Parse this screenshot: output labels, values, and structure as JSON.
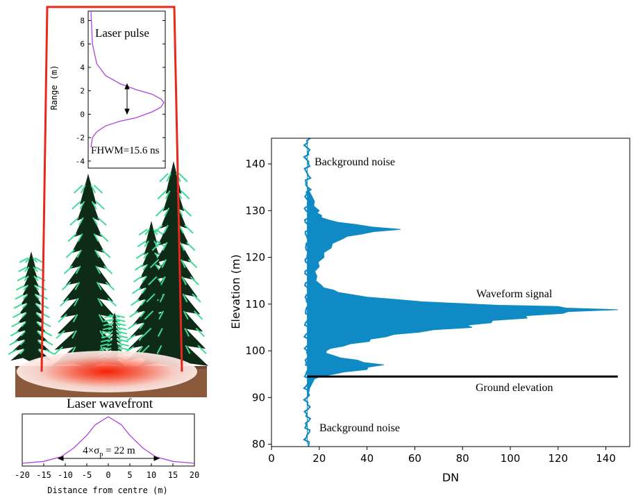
{
  "pulse_panel": {
    "title": "Laser pulse",
    "ylabel": "Range (m)",
    "fwhm_label": "FHWM=15.6 ns",
    "yticks": [
      "8",
      "6",
      "4",
      "2",
      "0",
      "-2",
      "-4"
    ]
  },
  "wavefront_panel": {
    "title": "Laser wavefront",
    "annotation_pre": "4×σ",
    "annotation_sub": "p",
    "annotation_post": " = 22 m",
    "xlabel": "Distance from centre (m)",
    "xticks": [
      "-20",
      "-15",
      "-10",
      "-5",
      "0",
      "5",
      "10",
      "15",
      "20"
    ]
  },
  "waveform_panel": {
    "xlabel": "DN",
    "ylabel": "Elevation (m)",
    "annotations": {
      "noise_top": "Background noise",
      "signal": "Waveform signal",
      "ground": "Ground elevation",
      "noise_bottom": "Background noise"
    }
  },
  "colors": {
    "footprint_box": "#e8271a",
    "pulse_curve": "#b040e0",
    "waveform_fill": "#0f8ac4",
    "tree_foliage": "#0d2b17",
    "tree_highlight": "#3ddb96",
    "ground": "#8b5a3c"
  },
  "chart_data": [
    {
      "type": "line",
      "title": "Laser pulse",
      "xlabel": "",
      "ylabel": "Range (m)",
      "ylim": [
        -4.6,
        8.8
      ],
      "series": [
        {
          "x": [
            0.0,
            0.02,
            0.08,
            0.2,
            0.4,
            0.62,
            0.84,
            0.96,
            1.0,
            0.96,
            0.84,
            0.62,
            0.4,
            0.2,
            0.08,
            0.02,
            0.0
          ],
          "y": [
            -2.8,
            -2.0,
            -1.5,
            -1.0,
            -0.6,
            -0.3,
            0.2,
            0.6,
            1.0,
            1.3,
            1.7,
            2.1,
            2.6,
            3.3,
            4.3,
            6.0,
            8.8
          ]
        }
      ]
    },
    {
      "type": "line",
      "title": "Laser wavefront",
      "xlabel": "Distance from centre (m)",
      "ylabel": "",
      "xlim": [
        -20,
        20
      ],
      "series": [
        {
          "x": [
            -20,
            -15,
            -11,
            -8,
            -5,
            -3,
            0,
            3,
            5,
            8,
            11,
            15,
            20
          ],
          "y": [
            0.0,
            0.04,
            0.14,
            0.33,
            0.6,
            0.83,
            1.0,
            0.83,
            0.6,
            0.33,
            0.14,
            0.04,
            0.0
          ]
        }
      ]
    },
    {
      "type": "area",
      "title": "",
      "xlabel": "DN",
      "ylabel": "Elevation (m)",
      "xlim": [
        0,
        150
      ],
      "ylim": [
        79.5,
        145.5
      ],
      "xticks": [
        0,
        20,
        40,
        60,
        80,
        100,
        120,
        140
      ],
      "yticks": [
        80,
        90,
        100,
        110,
        120,
        130,
        140
      ],
      "ground_elevation": 94.5,
      "series": [
        {
          "elevation": [
            80,
            85,
            90,
            92,
            94,
            95,
            96,
            97,
            98,
            99,
            100,
            101,
            102,
            103,
            104,
            105,
            106,
            107,
            108,
            108.8,
            109.5,
            110,
            111,
            112,
            113,
            114,
            116,
            118,
            120,
            122,
            124,
            125,
            126,
            127,
            128,
            129,
            130,
            132,
            134,
            135,
            140,
            145
          ],
          "dn": [
            15,
            15,
            15,
            16,
            18,
            26,
            40,
            47,
            36,
            26,
            23,
            30,
            41,
            48,
            62,
            84,
            92,
            107,
            122,
            145,
            120,
            84,
            52,
            34,
            26,
            21,
            19,
            20,
            22,
            25,
            30,
            38,
            54,
            36,
            24,
            21,
            20,
            18,
            16,
            15,
            15,
            15
          ]
        }
      ]
    }
  ]
}
